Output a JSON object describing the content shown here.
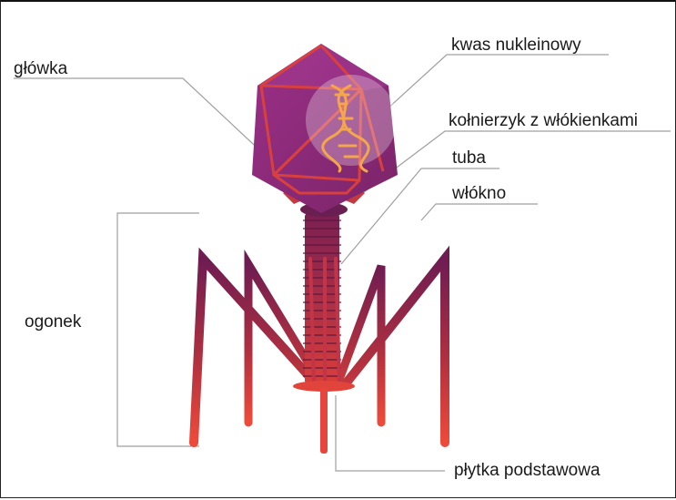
{
  "labels": {
    "head": "główka",
    "nucleic_acid": "kwas nukleinowy",
    "collar": "kołnierzyk z włókienkami",
    "tube": "tuba",
    "fiber": "włókno",
    "tail": "ogonek",
    "base_plate": "płytka podstawowa"
  },
  "colors": {
    "capsid": "#8e2a7a",
    "capsid_dark": "#6a1f5e",
    "edge": "#d8403e",
    "tail_top": "#7a1f5a",
    "tail_bottom": "#e8463c",
    "dna": "#f3a64a",
    "leader": "#9a9a9a"
  }
}
